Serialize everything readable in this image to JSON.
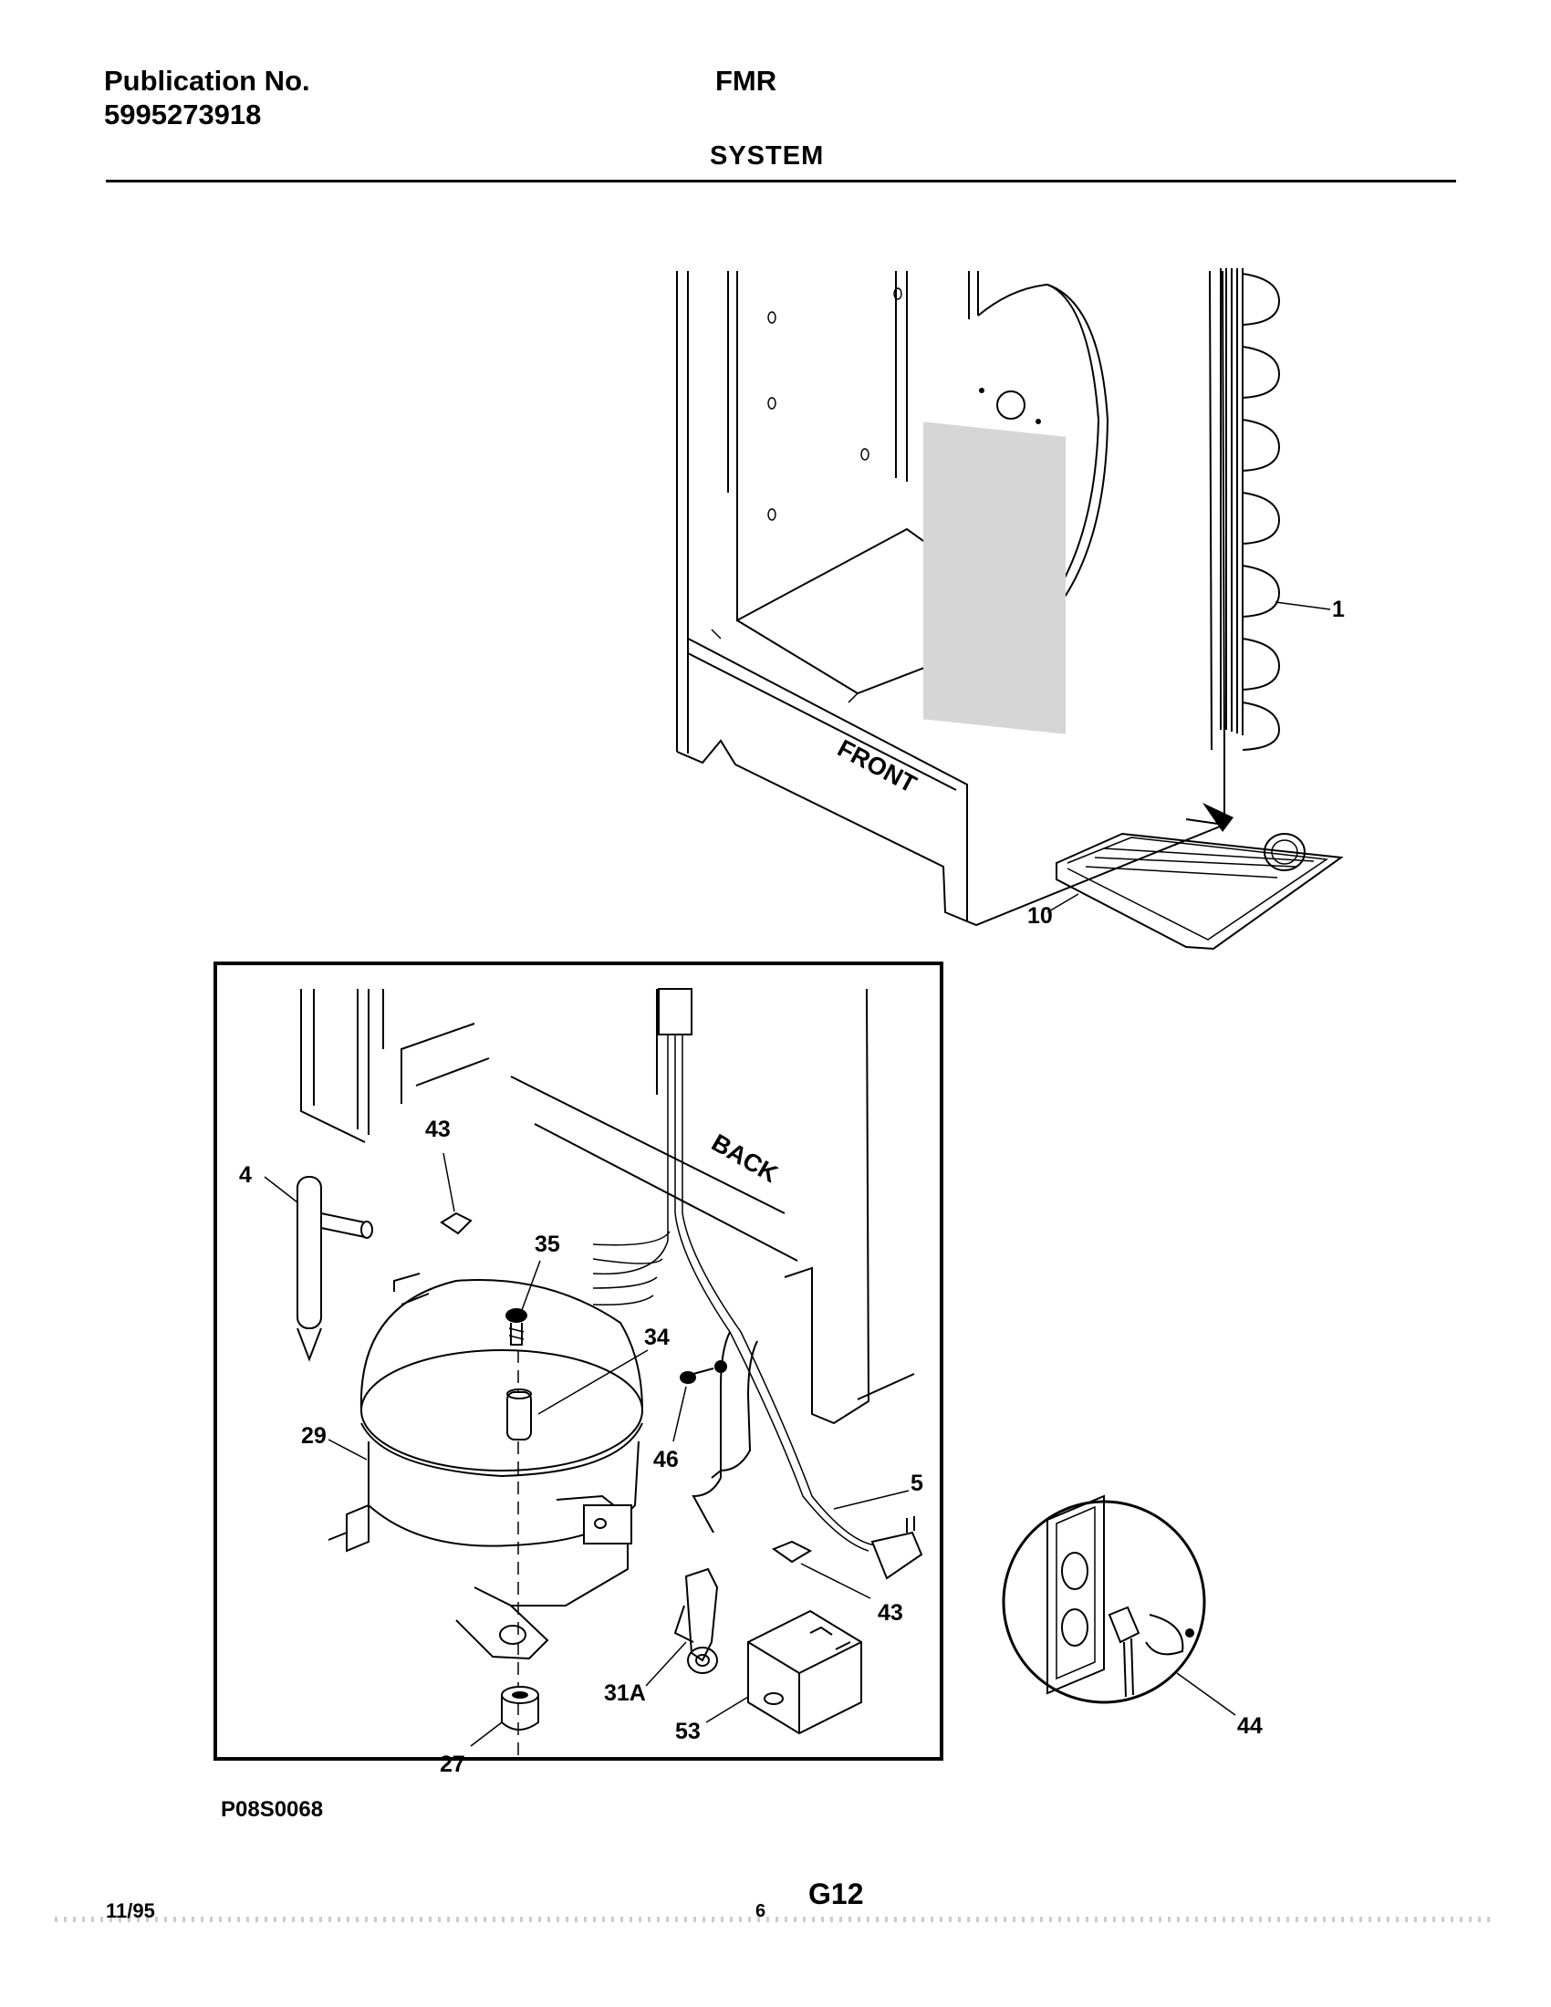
{
  "header": {
    "publication_label": "Publication No.",
    "publication_number": "5995273918",
    "model": "FMR",
    "section": "SYSTEM"
  },
  "diagram": {
    "orientation_labels": {
      "front": "FRONT",
      "back": "BACK"
    },
    "callouts": {
      "condenser": "1",
      "drain_pan": "10",
      "clip_upper": "43",
      "filter_drier": "4",
      "screw_35": "35",
      "grommet_sleeve": "34",
      "compressor": "29",
      "screw_46": "46",
      "power_cord": "5",
      "clip_lower": "43",
      "relay": "31A",
      "overload_cover": "53",
      "grommet_27": "27",
      "outlet_detail": "44"
    }
  },
  "footer": {
    "drawing_code": "P08S0068",
    "date": "11/95",
    "page": "6",
    "group": "G12"
  }
}
